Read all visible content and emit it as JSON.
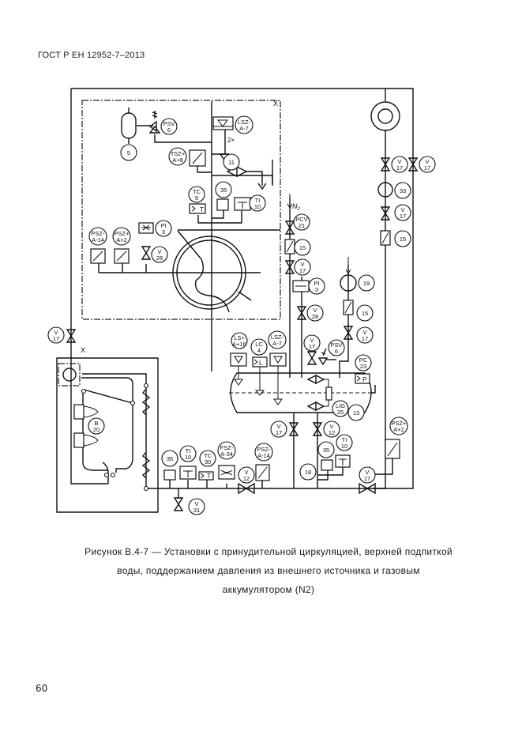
{
  "header": {
    "doc_id": "ГОСТ Р ЕН 12952-7–2013"
  },
  "figure": {
    "caption_lines": [
      "Рисунок В.4-7 — Установки с принудительной циркуляцией, верхней подпиткой",
      "воды, поддержанием давления из внешнего источника и газовым",
      "аккумулятором (N2)"
    ],
    "labels": {
      "x_top": "X",
      "x_left": "X",
      "n2": "N",
      "n2_sub": "2",
      "two_x": "2×"
    },
    "instruments": [
      {
        "id": "b5",
        "l1": "5",
        "l2": ""
      },
      {
        "id": "psv6a",
        "l1": "PSV",
        "l2": "6"
      },
      {
        "id": "lsz7a",
        "l1": "LSZ-",
        "l2": "A-7"
      },
      {
        "id": "tsz8",
        "l1": "TSZ+",
        "l2": "A+8"
      },
      {
        "id": "b11",
        "l1": "11",
        "l2": ""
      },
      {
        "id": "tc9",
        "l1": "TC",
        "l2": "9"
      },
      {
        "id": "b35a",
        "l1": "35",
        "l2": ""
      },
      {
        "id": "ti10a",
        "l1": "TI",
        "l2": "10"
      },
      {
        "id": "psz14a",
        "l1": "PSZ-",
        "l2": "A-14"
      },
      {
        "id": "psz2a",
        "l1": "PSZ+",
        "l2": "A+2"
      },
      {
        "id": "pi3a",
        "l1": "PI",
        "l2": "3"
      },
      {
        "id": "v28a",
        "l1": "V",
        "l2": "28"
      },
      {
        "id": "pcv21",
        "l1": "PCV",
        "l2": "21"
      },
      {
        "id": "b15a",
        "l1": "15",
        "l2": ""
      },
      {
        "id": "v17a",
        "l1": "V",
        "l2": "17"
      },
      {
        "id": "pi3b",
        "l1": "PI",
        "l2": "3"
      },
      {
        "id": "v28b",
        "l1": "V",
        "l2": "28"
      },
      {
        "id": "b19",
        "l1": "19",
        "l2": ""
      },
      {
        "id": "b15b",
        "l1": "15",
        "l2": ""
      },
      {
        "id": "v17b",
        "l1": "V",
        "l2": "17"
      },
      {
        "id": "v17c",
        "l1": "V",
        "l2": "17"
      },
      {
        "id": "v17d",
        "l1": "V",
        "l2": "17"
      },
      {
        "id": "b33",
        "l1": "33",
        "l2": ""
      },
      {
        "id": "v17e",
        "l1": "V",
        "l2": "17"
      },
      {
        "id": "b15c",
        "l1": "15",
        "l2": ""
      },
      {
        "id": "v17f",
        "l1": "V",
        "l2": "17"
      },
      {
        "id": "ls16",
        "l1": "LS+",
        "l2": "A+16"
      },
      {
        "id": "lc4",
        "l1": "LC",
        "l2": "4"
      },
      {
        "id": "lsz7b",
        "l1": "LSZ-",
        "l2": "A-7"
      },
      {
        "id": "v17g",
        "l1": "V",
        "l2": "17"
      },
      {
        "id": "psv6b",
        "l1": "PSV",
        "l2": "6"
      },
      {
        "id": "pc23",
        "l1": "PC",
        "l2": "23"
      },
      {
        "id": "lig25",
        "l1": "LIG",
        "l2": "25"
      },
      {
        "id": "b13",
        "l1": "13",
        "l2": ""
      },
      {
        "id": "v17h",
        "l1": "V",
        "l2": "17"
      },
      {
        "id": "v12a",
        "l1": "V",
        "l2": "12"
      },
      {
        "id": "b20",
        "l1": "B",
        "l2": "20"
      },
      {
        "id": "b35b",
        "l1": "35",
        "l2": ""
      },
      {
        "id": "ti10b",
        "l1": "TI",
        "l2": "10"
      },
      {
        "id": "tc30",
        "l1": "TC",
        "l2": "30"
      },
      {
        "id": "fsz34",
        "l1": "FSZ-",
        "l2": "A-34"
      },
      {
        "id": "psz14b",
        "l1": "PSZ-",
        "l2": "A-14"
      },
      {
        "id": "v12b",
        "l1": "V",
        "l2": "12"
      },
      {
        "id": "v31",
        "l1": "V",
        "l2": "31"
      },
      {
        "id": "b35c",
        "l1": "35",
        "l2": ""
      },
      {
        "id": "ti10c",
        "l1": "TI",
        "l2": "10"
      },
      {
        "id": "b18",
        "l1": "18",
        "l2": ""
      },
      {
        "id": "v17i",
        "l1": "V",
        "l2": "17"
      },
      {
        "id": "psz2b",
        "l1": "PSZ+",
        "l2": "A+2"
      }
    ],
    "box_letters": {
      "t": "T",
      "l": "L",
      "p": "P"
    }
  },
  "footer": {
    "page_number": "60"
  }
}
